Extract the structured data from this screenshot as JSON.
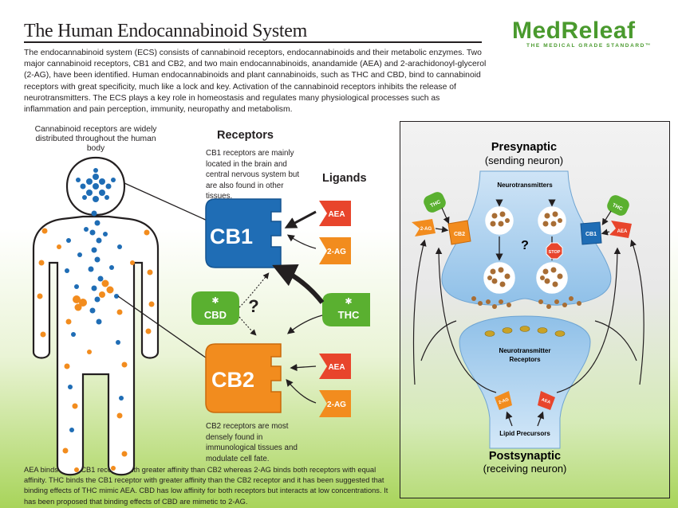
{
  "title": "The Human Endocannabinoid System",
  "intro": "The endocannabinoid system (ECS) consists of cannabinoid receptors, endocannabinoids and their metabolic enzymes. Two major cannabinoid receptors, CB1 and CB2, and two main endocannabinoids, anandamide (AEA) and 2-arachidonoyl-glycerol (2-AG), have been identified. Human endocannabinoids and plant cannabinoids, such as THC and CBD, bind to cannabinoid receptors with great specificity, much like a lock and key. Activation of the cannabinoid receptors inhibits the release of neurotransmitters. The ECS plays a key role in homeostasis and regulates many physiological processes such as inflammation and pain perception, immunity, neuropathy and metabolism.",
  "logo": {
    "name": "MedReleaf",
    "tagline": "THE MEDICAL GRADE STANDARD™"
  },
  "body_caption": "Cannabinoid receptors are widely distributed throughout the human body",
  "receptors": {
    "heading": "Receptors",
    "cb1_note": "CB1 receptors are mainly located in the brain and central nervous system but are also found in other tissues.",
    "cb2_note": "CB2 receptors are most densely found in immunological tissues and modulate cell fate.",
    "cb1": "CB1",
    "cb2": "CB2"
  },
  "ligands": {
    "heading": "Ligands",
    "aea": "AEA",
    "two_ag": "2-AG",
    "thc": "THC",
    "cbd": "CBD",
    "question": "?"
  },
  "footer": "AEA binds to the CB1 receptor with greater affinity than CB2 whereas 2-AG binds both receptors with equal affinity. THC binds the CB1 receptor with greater affinity than the CB2 receptor and it has been suggested that binding effects of THC mimic AEA. CBD has low affinity for both receptors but interacts at low concentrations. It has been proposed that binding effects of CBD are mimetic to 2-AG.",
  "synapse": {
    "presynaptic": "Presynaptic",
    "sending": "(sending neuron)",
    "neurotransmitters": "Neurotransmitters",
    "nt_receptors_1": "Neurotransmitter",
    "nt_receptors_2": "Receptors",
    "lipid": "Lipid Precursors",
    "postsynaptic": "Postsynaptic",
    "receiving": "(receiving neuron)",
    "stop": "STOP",
    "question": "?",
    "thc": "THC",
    "two_ag": "2-AG",
    "cb2": "CB2",
    "cb1": "CB1",
    "aea": "AEA"
  },
  "colors": {
    "cb1_blue": "#1f6db5",
    "cb2_orange": "#f28c1e",
    "aea_red": "#e8452c",
    "thc_green": "#5ab030",
    "body_dot_orange": "#f28c1e",
    "body_dot_blue": "#1f6db5"
  }
}
